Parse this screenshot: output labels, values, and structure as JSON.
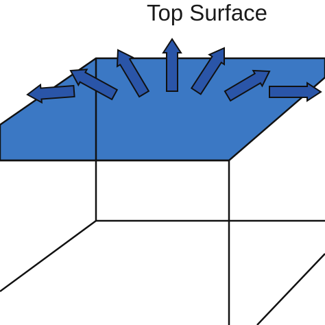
{
  "diagram": {
    "title": "Top Surface"
  },
  "colors": {
    "surface_fill": "#3b78c4",
    "arrow_fill": "#2a55a8",
    "outline": "#111111",
    "background": "#ffffff"
  },
  "arrows": [
    {
      "name": "arrow-left",
      "direction": "left"
    },
    {
      "name": "arrow-upper-left-low",
      "direction": "up-left"
    },
    {
      "name": "arrow-upper-left-high",
      "direction": "up-left"
    },
    {
      "name": "arrow-up",
      "direction": "up"
    },
    {
      "name": "arrow-upper-right-high",
      "direction": "up-right"
    },
    {
      "name": "arrow-upper-right-low",
      "direction": "up-right"
    },
    {
      "name": "arrow-right",
      "direction": "right"
    }
  ]
}
